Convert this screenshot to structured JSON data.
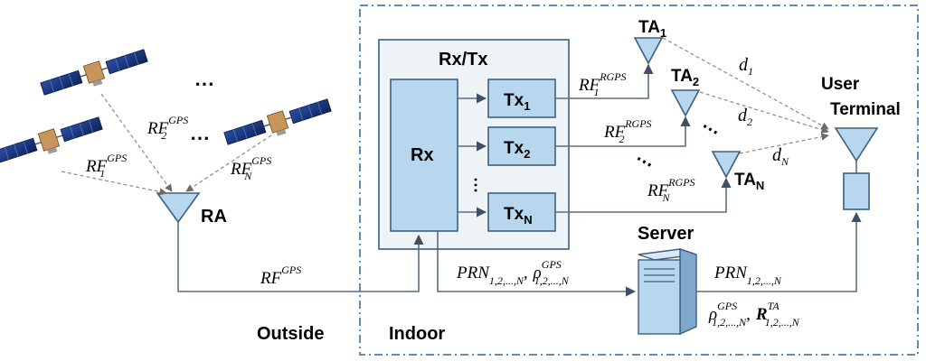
{
  "labels": {
    "rxtx": "Rx/Tx",
    "rx": "Rx",
    "tx": [
      "Tx",
      "1",
      "2",
      "N"
    ],
    "ta_base": "TA",
    "ta_subs": [
      "1",
      "2",
      "N"
    ],
    "ra": "RA",
    "server": "Server",
    "user_terminal": [
      "User",
      "Terminal"
    ],
    "outside": "Outside",
    "indoor": "Indoor",
    "dots": "⋯"
  },
  "math": {
    "rf": "RF",
    "gps": "GPS",
    "rgps": "RGPS",
    "rf_subs": [
      "1",
      "2",
      "N"
    ],
    "d": "d",
    "d_subs": [
      "1",
      "2",
      "N"
    ],
    "prn": "PRN",
    "prn_sub": "1,2,...,N",
    "rho": "ρ",
    "comma": ",",
    "R": "R",
    "R_sup": "TA"
  },
  "colors": {
    "box_fill": "#b7d7ef",
    "box_stroke": "#3e5f7f",
    "panel_fill": "#eef3f8",
    "frame": "#4a7fb0"
  }
}
